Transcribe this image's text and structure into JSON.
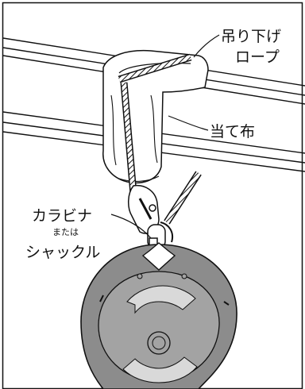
{
  "labels": {
    "rope_line1": "吊り下げ",
    "rope_line2": "ロープ",
    "cloth": "当て布",
    "carabiner": "カラビナ",
    "or": "または",
    "shackle": "シャックル"
  },
  "colors": {
    "outline": "#111111",
    "cloth_fill": "#ffffff",
    "body_fill": "#8c8c8c",
    "body_inner": "#a3a3a3",
    "panel_fill": "#d9d9d9"
  }
}
